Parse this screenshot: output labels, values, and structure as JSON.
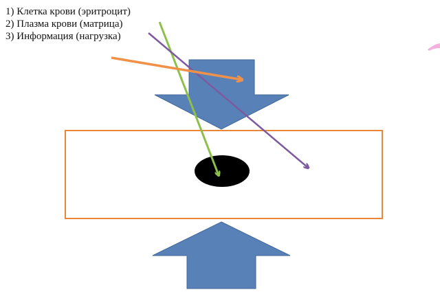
{
  "legend": {
    "items": [
      {
        "text": "1) Клетка крови (эритроцит)",
        "color": "#8dc04a"
      },
      {
        "text": "2) Плазма крови (матрица)",
        "color": "#7d5aa0"
      },
      {
        "text": "3) Информация (нагрузка)",
        "color": "#f0914a"
      }
    ]
  },
  "colors": {
    "block_arrow_fill": "#5881b8",
    "block_arrow_stroke": "#3f6797",
    "frame_stroke": "#e8873a",
    "cell_fill": "#000000",
    "pink_mark": "#f2b2dc"
  }
}
